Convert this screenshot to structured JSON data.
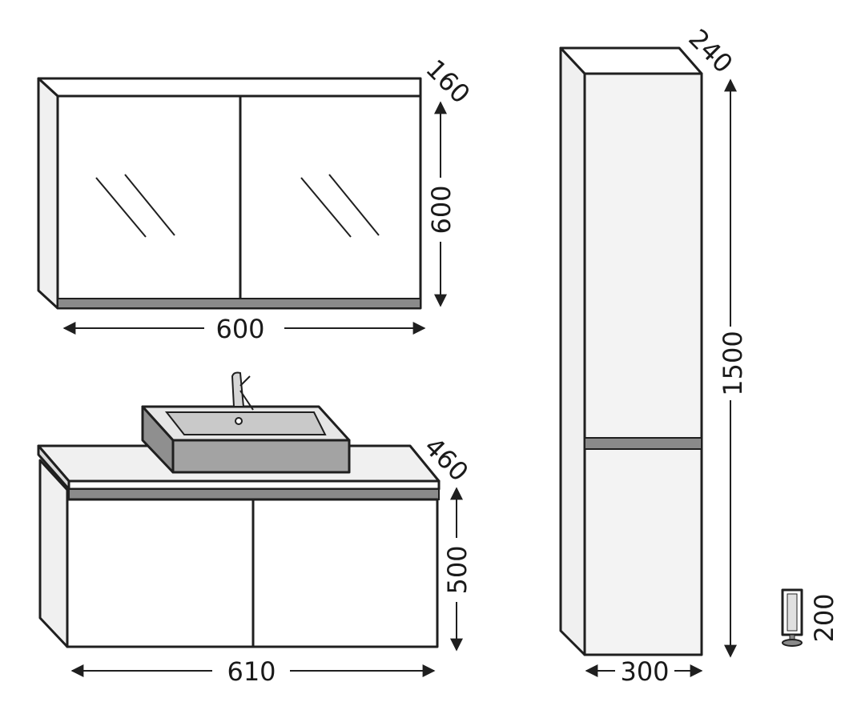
{
  "colors": {
    "line": "#1f1f1f",
    "panel": "#ffffff",
    "side_panel": "#f0f0f0",
    "accent_gray": "#8a8a8a",
    "basin_gray": "#a3a3a3",
    "basin_inner": "#c9c9c9"
  },
  "mirror_cabinet": {
    "depth_label": "160",
    "height_label": "600",
    "width_label": "600"
  },
  "vanity": {
    "depth_label": "460",
    "height_label": "500",
    "width_label": "610"
  },
  "tall_cabinet": {
    "depth_label": "240",
    "height_label": "1500",
    "width_label": "300"
  },
  "leg": {
    "height_label": "200"
  }
}
